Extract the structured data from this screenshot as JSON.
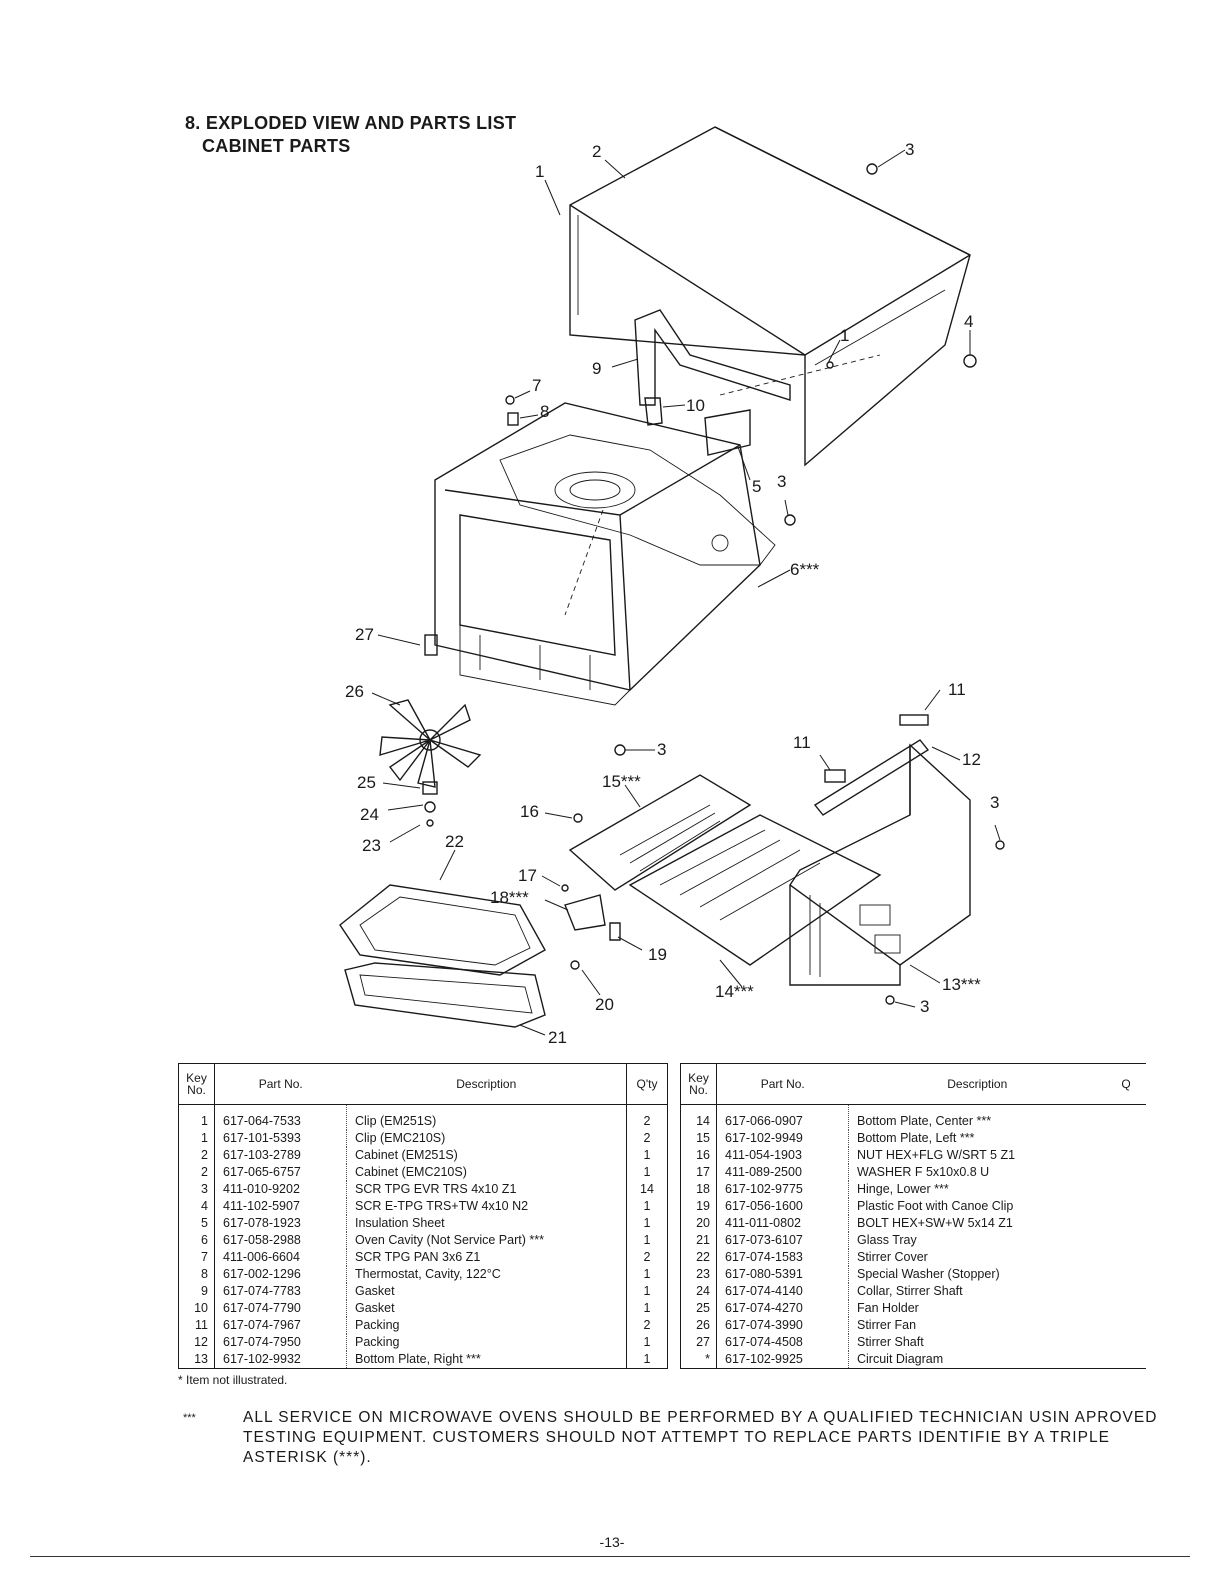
{
  "section": {
    "title": "8. EXPLODED VIEW AND PARTS LIST",
    "subtitle": "CABINET PARTS"
  },
  "callouts": {
    "c1a": "1",
    "c2": "2",
    "c3a": "3",
    "c4": "4",
    "c1b": "1",
    "c9": "9",
    "c7": "7",
    "c8": "8",
    "c10": "10",
    "c5": "5",
    "c3b": "3",
    "c6": "6***",
    "c27": "27",
    "c26": "26",
    "c3c": "3",
    "c11a": "11",
    "c11b": "11",
    "c12": "12",
    "c25": "25",
    "c15": "15***",
    "c24": "24",
    "c16": "16",
    "c23": "23",
    "c22": "22",
    "c3d": "3",
    "c17": "17",
    "c18": "18***",
    "c19": "19",
    "c14": "14***",
    "c13": "13***",
    "c3e": "3",
    "c20": "20",
    "c21": "21"
  },
  "table_headers": {
    "key": "Key No.",
    "part_no": "Part No.",
    "description": "Description",
    "qty": "Q'ty",
    "qty_right": "Q"
  },
  "parts_left": [
    {
      "key": "1",
      "part_no": "617-064-7533",
      "description": "Clip (EM251S)",
      "qty": "2"
    },
    {
      "key": "1",
      "part_no": "617-101-5393",
      "description": "Clip (EMC210S)",
      "qty": "2"
    },
    {
      "key": "2",
      "part_no": "617-103-2789",
      "description": "Cabinet (EM251S)",
      "qty": "1"
    },
    {
      "key": "2",
      "part_no": "617-065-6757",
      "description": "Cabinet (EMC210S)",
      "qty": "1"
    },
    {
      "key": "3",
      "part_no": "411-010-9202",
      "description": "SCR TPG EVR TRS 4x10 Z1",
      "qty": "14"
    },
    {
      "key": "4",
      "part_no": "411-102-5907",
      "description": "SCR E-TPG TRS+TW 4x10 N2",
      "qty": "1"
    },
    {
      "key": "5",
      "part_no": "617-078-1923",
      "description": "Insulation Sheet",
      "qty": "1"
    },
    {
      "key": "6",
      "part_no": "617-058-2988",
      "description": "Oven Cavity (Not Service Part) ***",
      "qty": "1"
    },
    {
      "key": "7",
      "part_no": "411-006-6604",
      "description": "SCR TPG PAN 3x6 Z1",
      "qty": "2"
    },
    {
      "key": "8",
      "part_no": "617-002-1296",
      "description": "Thermostat, Cavity, 122°C",
      "qty": "1"
    },
    {
      "key": "9",
      "part_no": "617-074-7783",
      "description": "Gasket",
      "qty": "1"
    },
    {
      "key": "10",
      "part_no": "617-074-7790",
      "description": "Gasket",
      "qty": "1"
    },
    {
      "key": "11",
      "part_no": "617-074-7967",
      "description": "Packing",
      "qty": "2"
    },
    {
      "key": "12",
      "part_no": "617-074-7950",
      "description": "Packing",
      "qty": "1"
    },
    {
      "key": "13",
      "part_no": "617-102-9932",
      "description": "Bottom Plate, Right ***",
      "qty": "1"
    }
  ],
  "parts_right": [
    {
      "key": "14",
      "part_no": "617-066-0907",
      "description": "Bottom Plate, Center ***"
    },
    {
      "key": "15",
      "part_no": "617-102-9949",
      "description": "Bottom Plate, Left ***"
    },
    {
      "key": "16",
      "part_no": "411-054-1903",
      "description": "NUT HEX+FLG W/SRT 5 Z1"
    },
    {
      "key": "17",
      "part_no": "411-089-2500",
      "description": "WASHER F 5x10x0.8 U"
    },
    {
      "key": "18",
      "part_no": "617-102-9775",
      "description": "Hinge, Lower ***"
    },
    {
      "key": "19",
      "part_no": "617-056-1600",
      "description": "Plastic Foot with Canoe Clip"
    },
    {
      "key": "20",
      "part_no": "411-011-0802",
      "description": "BOLT HEX+SW+W 5x14 Z1"
    },
    {
      "key": "21",
      "part_no": "617-073-6107",
      "description": "Glass Tray"
    },
    {
      "key": "22",
      "part_no": "617-074-1583",
      "description": "Stirrer Cover"
    },
    {
      "key": "23",
      "part_no": "617-080-5391",
      "description": "Special Washer (Stopper)"
    },
    {
      "key": "24",
      "part_no": "617-074-4140",
      "description": "Collar, Stirrer Shaft"
    },
    {
      "key": "25",
      "part_no": "617-074-4270",
      "description": "Fan Holder"
    },
    {
      "key": "26",
      "part_no": "617-074-3990",
      "description": "Stirrer Fan"
    },
    {
      "key": "27",
      "part_no": "617-074-4508",
      "description": "Stirrer Shaft"
    },
    {
      "key": "*",
      "part_no": "617-102-9925",
      "description": "Circuit Diagram"
    }
  ],
  "footnote": "* Item not illustrated.",
  "warning": {
    "mark": "***",
    "text": "ALL SERVICE ON MICROWAVE OVENS SHOULD BE PERFORMED BY A QUALIFIED TECHNICIAN USIN APROVED TESTING EQUIPMENT. CUSTOMERS SHOULD NOT ATTEMPT TO REPLACE PARTS IDENTIFIE BY A TRIPLE ASTERISK (***)."
  },
  "page_number": "-13-"
}
